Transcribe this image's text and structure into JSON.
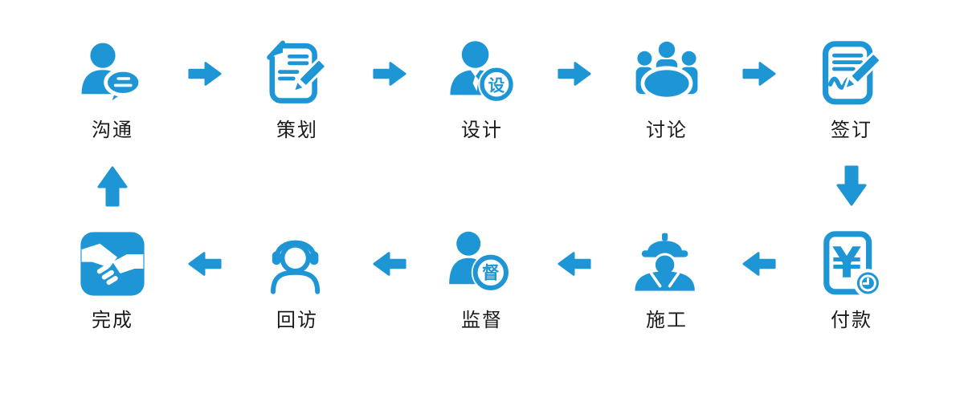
{
  "diagram": {
    "background": "#ffffff",
    "accent_color": "#1e96d6",
    "label_color": "#1a1a1a",
    "top_row": [
      {
        "label": "沟通",
        "icon": "person-chat-icon"
      },
      {
        "label": "策划",
        "icon": "document-pencil-icon"
      },
      {
        "label": "设计",
        "icon": "designer-person-icon",
        "badge_char": "设"
      },
      {
        "label": "讨论",
        "icon": "meeting-group-icon"
      },
      {
        "label": "签订",
        "icon": "contract-signing-icon"
      }
    ],
    "bottom_row": [
      {
        "label": "完成",
        "icon": "handshake-icon"
      },
      {
        "label": "回访",
        "icon": "headset-person-icon"
      },
      {
        "label": "监督",
        "icon": "supervisor-person-icon",
        "badge_char": "督"
      },
      {
        "label": "施工",
        "icon": "construction-worker-icon"
      },
      {
        "label": "付款",
        "icon": "payment-invoice-icon",
        "currency_symbol": "¥"
      }
    ],
    "arrows": {
      "top_connector": "arrow-right-icon",
      "bottom_connector": "arrow-left-icon",
      "right_connector": "arrow-down-icon",
      "left_connector": "arrow-up-icon"
    }
  }
}
